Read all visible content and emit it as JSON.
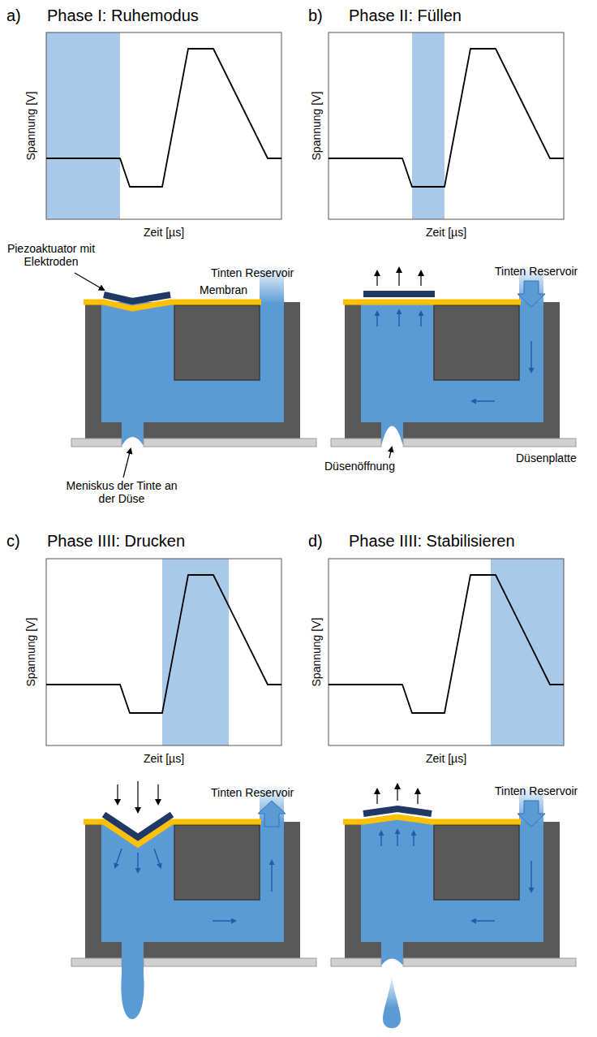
{
  "diagram": {
    "labels": [
      "a)",
      "Phase I: Ruhemodus",
      "Spannung [V]",
      "Zeit [µs]",
      "b)",
      "Phase II: Füllen",
      "Spannung [V]",
      "Zeit [µs]",
      "Piezoaktuator mit Elektroden",
      "Tinten Reservoir",
      "Membran",
      "Tinten Reservoir",
      "Düsenplatte",
      "Düsenöffnung",
      "Meniskus der Tinte an der Düse",
      "c)",
      "Phase IIII: Drucken",
      "Spannung [V]",
      "Zeit [µs]",
      "d)",
      "Phase IIII: Stabilisieren",
      "Spannung [V]",
      "Zeit [µs]",
      "Tinten Reservoir",
      "Tinten Reservoir"
    ]
  }
}
